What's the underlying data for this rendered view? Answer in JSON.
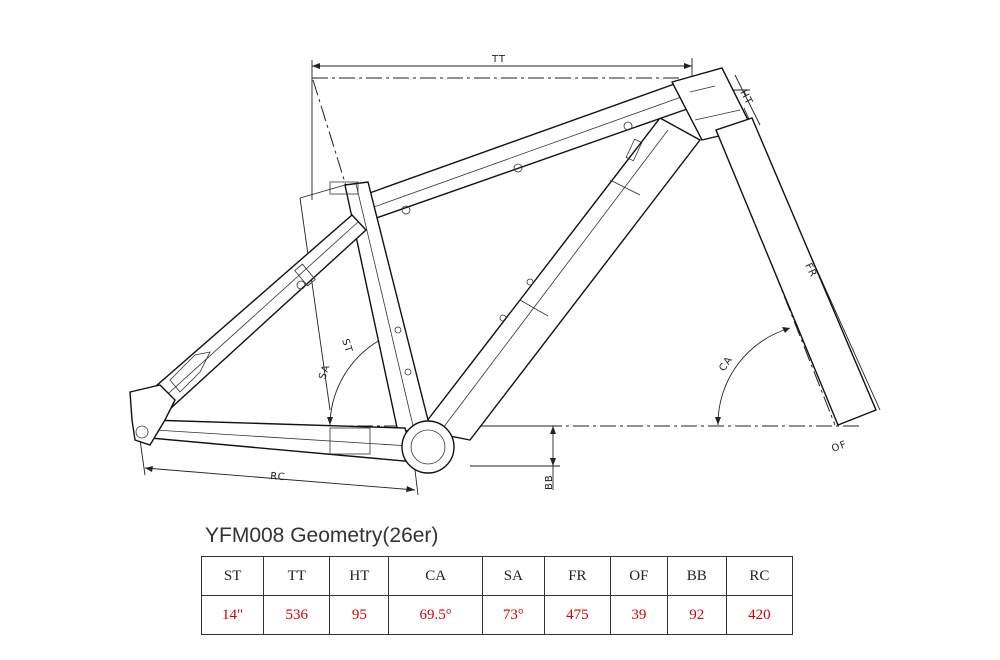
{
  "drawing": {
    "labels": {
      "tt": "TT",
      "ht": "HT",
      "fr": "FR",
      "st": "ST",
      "sa": "SA",
      "ca": "CA",
      "rc": "RC",
      "bb": "BB",
      "of": "OF"
    }
  },
  "geometry": {
    "title": "YFM008 Geometry(26er)",
    "headers": [
      "ST",
      "TT",
      "HT",
      "CA",
      "SA",
      "FR",
      "OF",
      "BB",
      "RC"
    ],
    "values": [
      "14\"",
      "536",
      "95",
      "69.5°",
      "73°",
      "475",
      "39",
      "92",
      "420"
    ]
  }
}
